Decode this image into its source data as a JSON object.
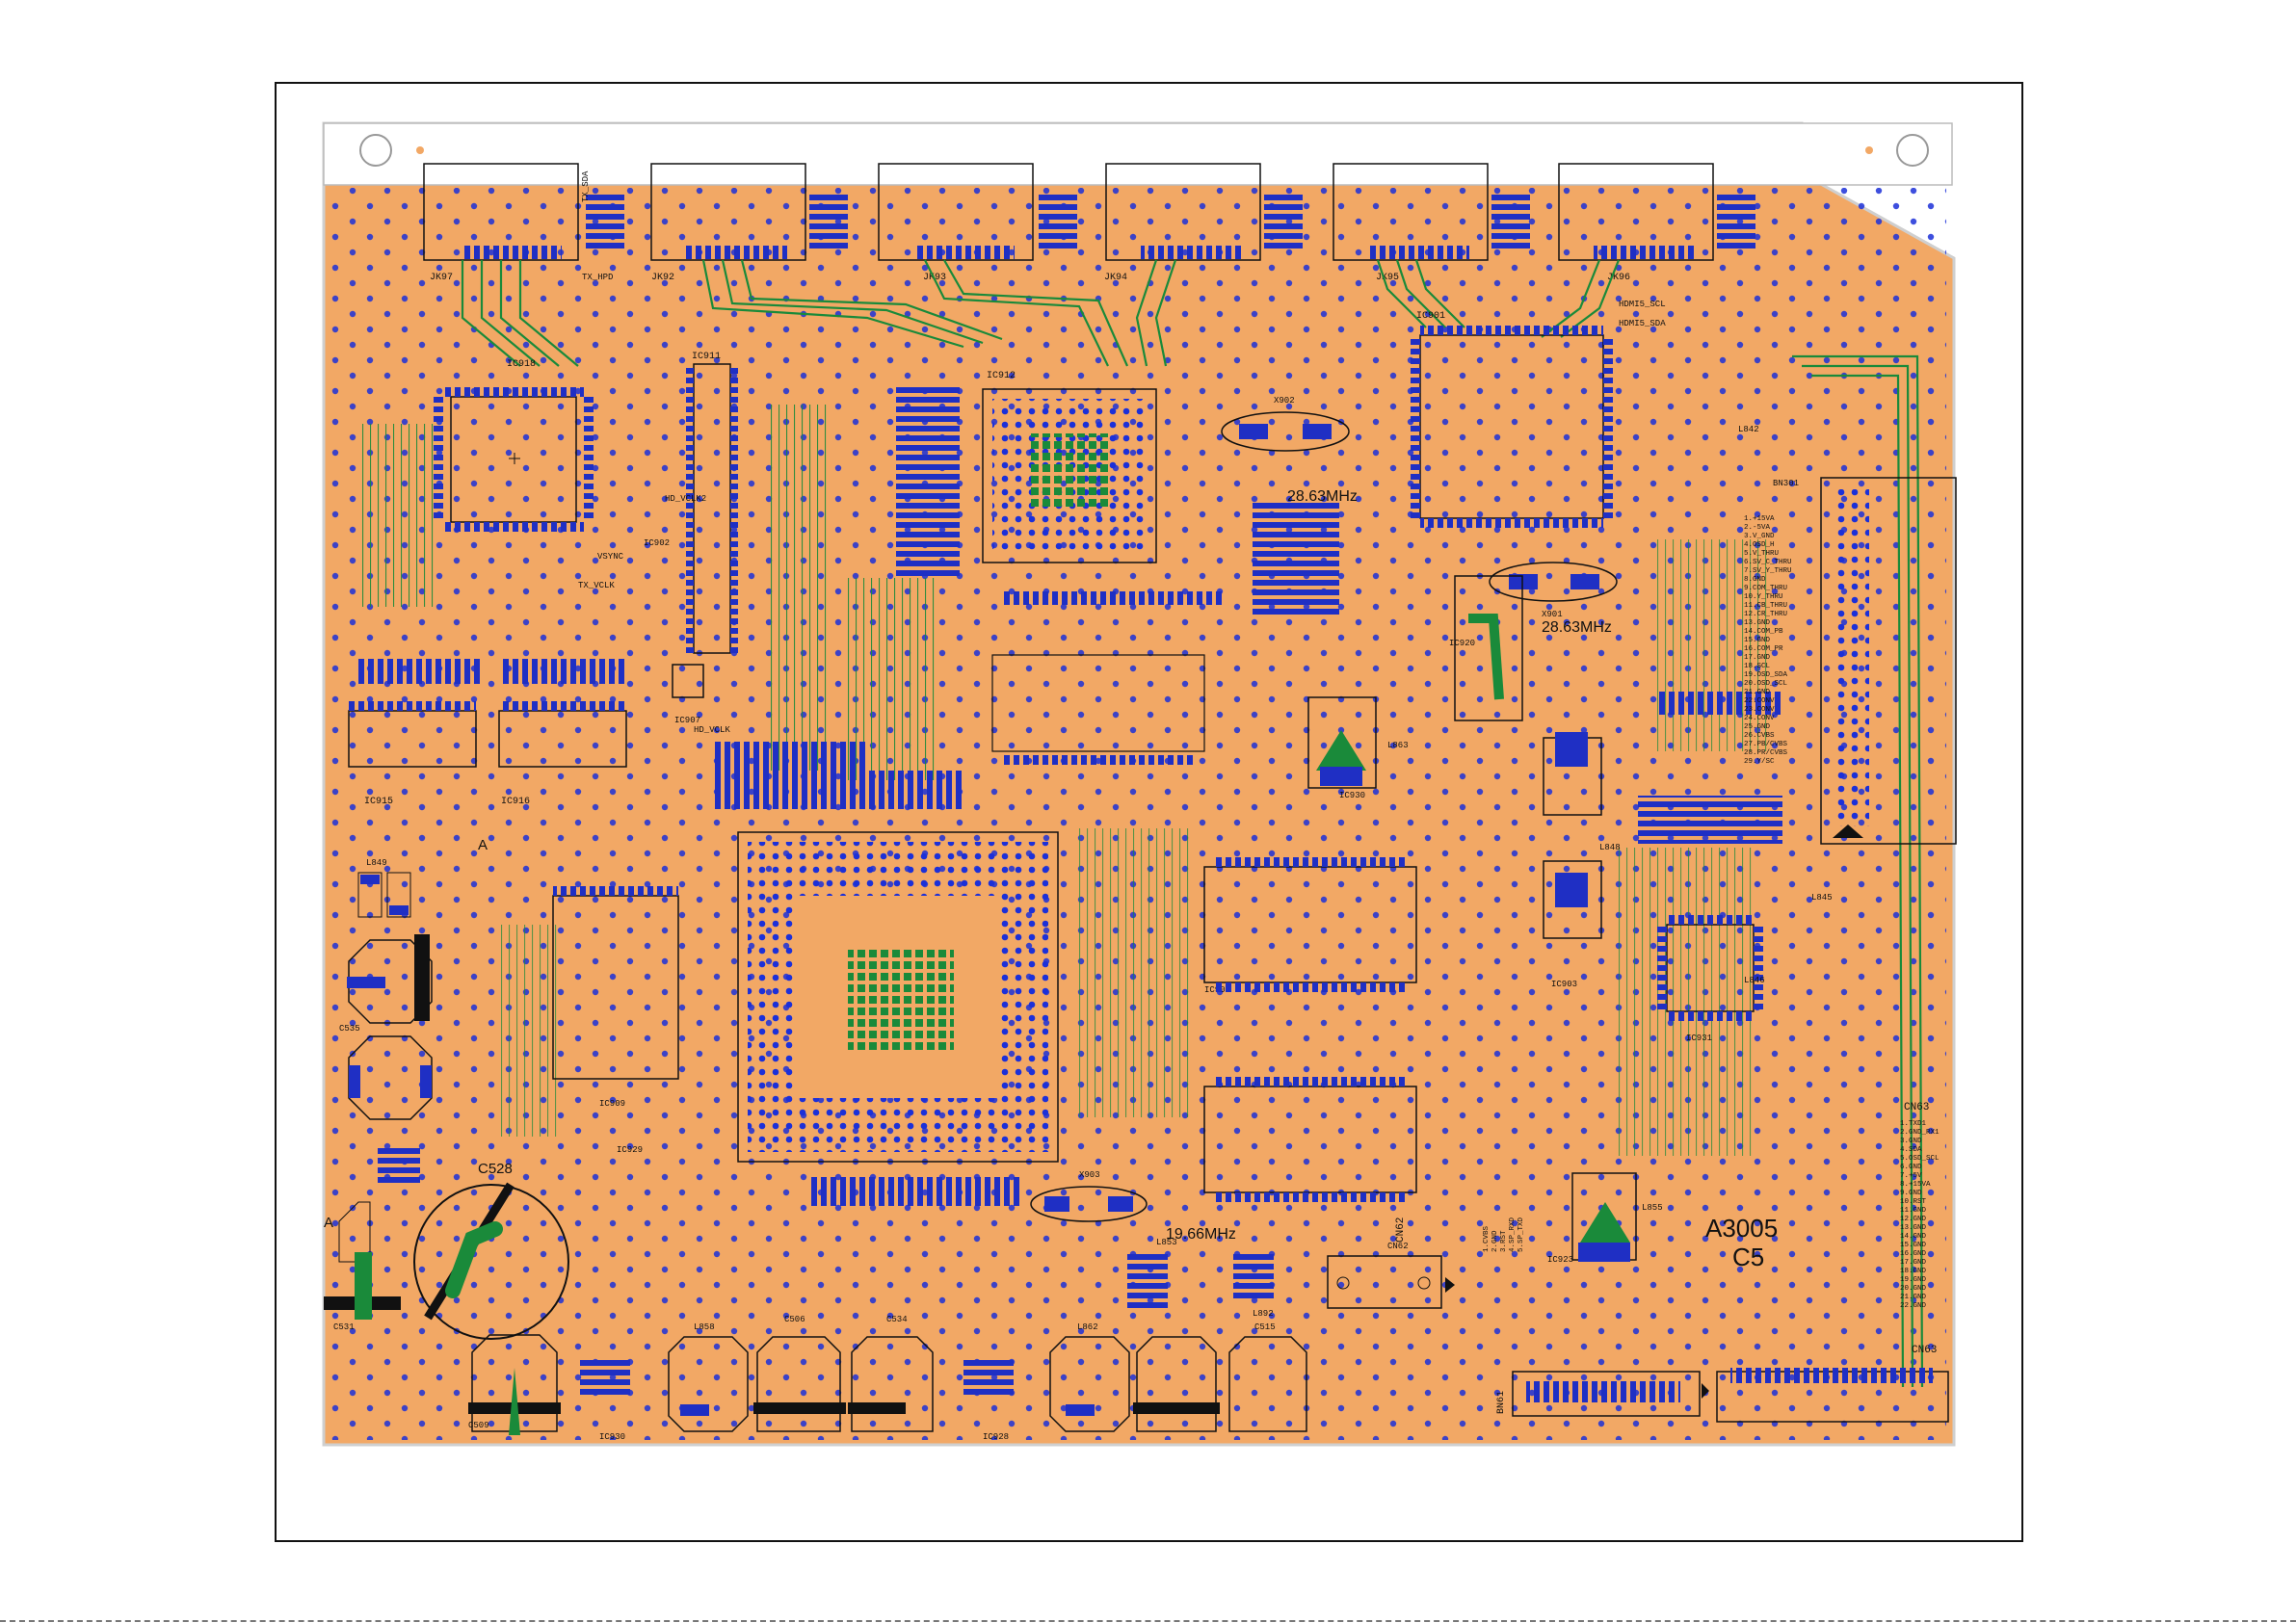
{
  "board": {
    "model": "A3005",
    "revision": "C5",
    "colors": {
      "substrate": "#f2a865",
      "trace": "#1a8a3a",
      "pad": "#1f2fc4",
      "via": "#1c30d8",
      "silkscreen": "#111111",
      "outline": "#ffffff"
    }
  },
  "connectors_top": [
    "JK97",
    "JK92",
    "JK93",
    "JK94",
    "JK95",
    "JK96"
  ],
  "signals_top": [
    "TX_HPD",
    "TX_SDA",
    "HDMI5_SCL",
    "HDMI5_SDA"
  ],
  "chips": [
    "IC918",
    "IC911",
    "IC912",
    "IC902",
    "IC901",
    "IC903",
    "IC905",
    "IC907",
    "IC909",
    "IC915",
    "IC916",
    "IC920",
    "IC922",
    "IC923",
    "IC928",
    "IC929",
    "IC930",
    "IC931"
  ],
  "crystals": [
    {
      "ref": "X902",
      "freq": "28.63MHz"
    },
    {
      "ref": "X901",
      "freq": "28.63MHz"
    },
    {
      "ref": "X903",
      "freq": "19.66MHz"
    }
  ],
  "signals_left": [
    "HD_VCLK2",
    "VSYNC",
    "TX_VCLK",
    "HD_VCLK"
  ],
  "capacitors_big": [
    "C528",
    "C531",
    "C509",
    "C506",
    "C535",
    "C534",
    "C515"
  ],
  "inductors": [
    "L849",
    "L858",
    "L862",
    "L863",
    "L842",
    "L845",
    "L846",
    "L848",
    "L853",
    "L855",
    "L892"
  ],
  "connectors_other": [
    "CN62",
    "CN63",
    "BN61",
    "BN301"
  ],
  "cn62_pins": [
    "1.CVBS",
    "2.GND",
    "3.RST",
    "4.SP_RXD",
    "5.SP_TXD"
  ],
  "bn301_pins": [
    "1.+15VA",
    "2.-5VA",
    "3.V_GND",
    "4.OSD_H",
    "5.V_THRU",
    "6.SV_C_THRU",
    "7.SV_Y_THRU",
    "8.GND",
    "9.COM_THRU",
    "10.Y_THRU",
    "11.CB_THRU",
    "12.CR_THRU",
    "13.GND",
    "14.COM_PB",
    "15.GND",
    "16.COM_PR",
    "17.GND",
    "18.SCL",
    "19.OSD_SDA",
    "20.OSD_SCL",
    "21.GND",
    "22.CONV",
    "23.CONV",
    "24.CONV",
    "25.GND",
    "26.CVBS",
    "27.PB/CVBS",
    "28.PR/CVBS",
    "29.Y/SC"
  ],
  "cn63_pins": [
    "1.TXD1",
    "2.GND_RX1",
    "3.GND",
    "4.SDA",
    "5.OSD_SCL",
    "6.GND",
    "7.+5V",
    "8.+15VA",
    "9.GND",
    "10.RST",
    "11.GND",
    "12.GND",
    "13.GND",
    "14.GND",
    "15.GND",
    "16.GND",
    "17.GND",
    "18.GND",
    "19.GND",
    "20.GND",
    "21.GND",
    "22.GND"
  ],
  "corner_label": "A"
}
